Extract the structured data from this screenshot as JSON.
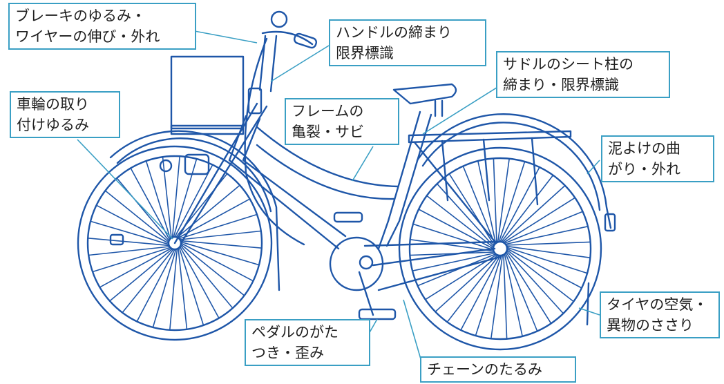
{
  "labels": {
    "brake": [
      "ブレーキのゆるみ・",
      "ワイヤーの伸び・外れ"
    ],
    "handle": [
      "ハンドルの締まり",
      "限界標識"
    ],
    "saddle": [
      "サドルのシート柱の",
      "締まり・限界標識"
    ],
    "wheel": [
      "車輪の取り",
      "付けゆるみ"
    ],
    "frame": [
      "フレームの",
      "亀裂・サビ"
    ],
    "fender": [
      "泥よけの曲",
      "がり・外れ"
    ],
    "tire": [
      "タイヤの空気・",
      "異物のささり"
    ],
    "pedal": [
      "ペダルのがた",
      "つき・歪み"
    ],
    "chain": [
      "チェーンのたるみ"
    ]
  },
  "colors": {
    "bike_stroke": "#1e56a8",
    "leader": "#3a9fc4",
    "label_border": "#3a9fc4",
    "text": "#1f1f1f"
  }
}
